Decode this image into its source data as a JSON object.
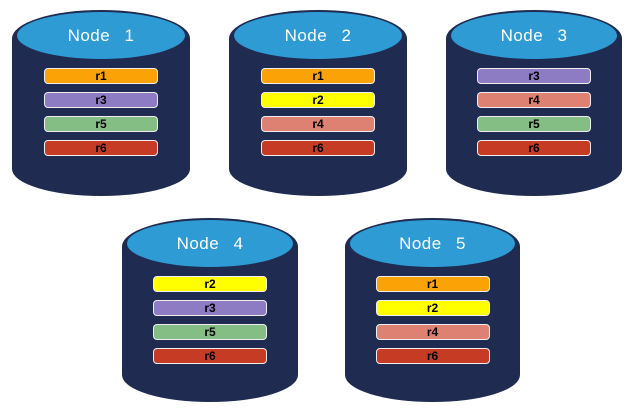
{
  "diagram": {
    "description": "replicated-shards-across-database-nodes",
    "colors": {
      "cylinder_body": "#1F2B50",
      "cylinder_top_face": "#2E9BD5",
      "node_label_text": "#FFFFFF",
      "bar_border": "#EFEFEF",
      "bar_text": "#000000"
    },
    "replica_colors": {
      "r1": "#FBA306",
      "r2": "#FFFF00",
      "r3": "#8D7BC4",
      "r4": "#DE8172",
      "r5": "#84BE84",
      "r6": "#C63B23"
    },
    "nodes": [
      {
        "label": "Node 1",
        "replicas": [
          "r1",
          "r3",
          "r5",
          "r6"
        ]
      },
      {
        "label": "Node 2",
        "replicas": [
          "r1",
          "r2",
          "r4",
          "r6"
        ]
      },
      {
        "label": "Node 3",
        "replicas": [
          "r3",
          "r4",
          "r5",
          "r6"
        ]
      },
      {
        "label": "Node 4",
        "replicas": [
          "r2",
          "r3",
          "r5",
          "r6"
        ]
      },
      {
        "label": "Node 5",
        "replicas": [
          "r1",
          "r2",
          "r4",
          "r6"
        ]
      }
    ]
  }
}
